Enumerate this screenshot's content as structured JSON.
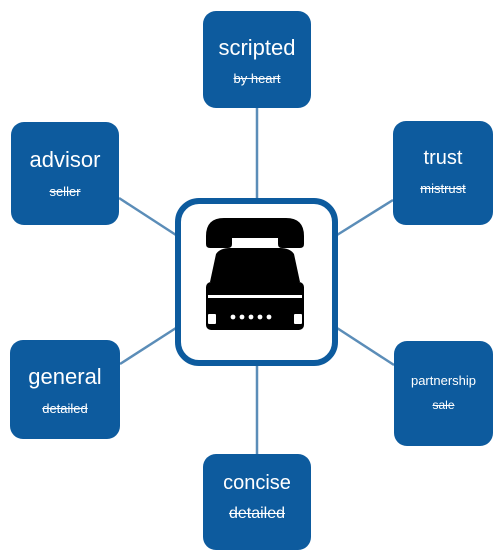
{
  "center": {
    "icon": "telephone-icon"
  },
  "colors": {
    "node_fill": "#0d5b9e",
    "connector": "#5b8db8",
    "text": "#ffffff",
    "icon": "#000000"
  },
  "nodes": {
    "scripted": {
      "label": "scripted",
      "struck": "by heart"
    },
    "advisor": {
      "label": "advisor",
      "struck": "seller"
    },
    "trust": {
      "label": "trust",
      "struck": "mistrust"
    },
    "general": {
      "label": "general",
      "struck": "detailed"
    },
    "partnership": {
      "label": "partnership",
      "struck": "sale"
    },
    "concise": {
      "label": "concise",
      "struck": "detailed"
    }
  }
}
